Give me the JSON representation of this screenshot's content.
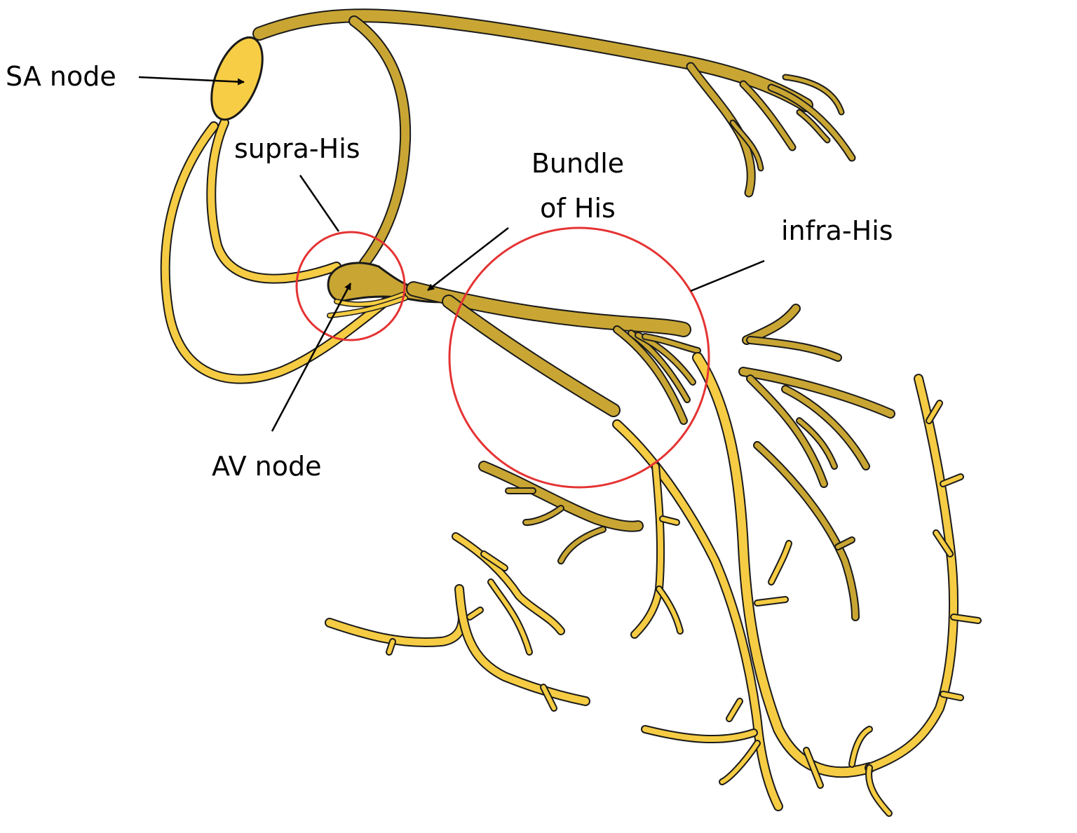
{
  "labels": {
    "sa_node": "SA node",
    "supra_his": "supra-His",
    "bundle_of_his_line1": "Bundle",
    "bundle_of_his_line2": "of His",
    "infra_his": "infra-His",
    "av_node": "AV node"
  },
  "colors": {
    "fiber_dark": "#c9a633",
    "fiber_light": "#f5cc43",
    "node_fill": "#f7cd45",
    "outline": "#1a1a1a",
    "circle": "#e53333",
    "arrow": "#000000"
  }
}
